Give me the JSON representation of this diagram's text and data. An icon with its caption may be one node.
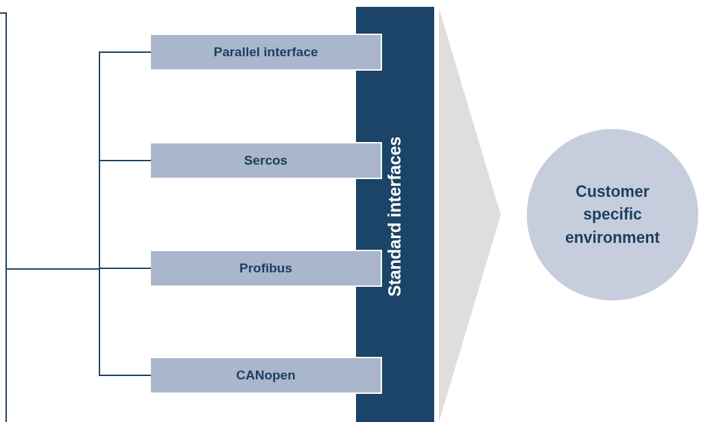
{
  "diagram": {
    "nodes": [
      {
        "text": [],
        "shape": "box"
      },
      {
        "text": [
          "Parallel interface"
        ]
      },
      {
        "text": [
          "Sercos"
        ]
      },
      {
        "text": [
          "Profibus"
        ]
      },
      {
        "text": [
          "CANopen"
        ]
      },
      {
        "text": [
          "Standard interfaces"
        ]
      },
      {
        "text": [
          "Customer specific environment"
        ]
      }
    ],
    "edges": [
      {
        "from": 0,
        "to": 1,
        "arrow": "none"
      },
      {
        "from": 0,
        "to": 2,
        "arrow": "none"
      },
      {
        "from": 0,
        "to": 3,
        "arrow": "none"
      },
      {
        "from": 0,
        "to": 4,
        "arrow": "none"
      },
      {
        "from": 5,
        "to": 6,
        "arrow": "to",
        "style": "thick",
        "color": "#dedede"
      }
    ]
  }
}
